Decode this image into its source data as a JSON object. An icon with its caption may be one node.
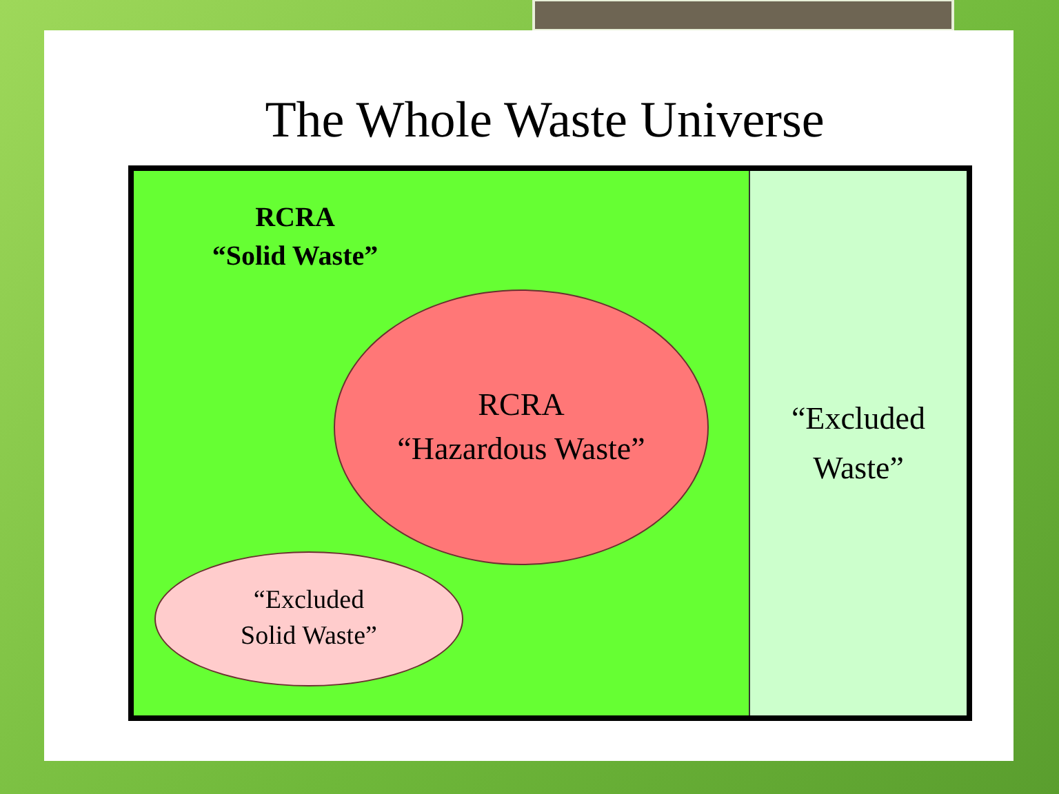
{
  "diagram": {
    "title": "The Whole Waste Universe",
    "nodes": [
      {
        "text": [],
        "shape": "box"
      },
      {
        "text": [
          "RCRA",
          "“Solid Waste”"
        ],
        "in": 0
      },
      {
        "text": [
          "RCRA",
          "“Hazardous Waste”"
        ],
        "in": 1
      },
      {
        "text": [
          "“Excluded Solid Waste”"
        ],
        "in": 1
      },
      {
        "text": [
          "“Excluded Waste”"
        ],
        "in": 0
      }
    ]
  }
}
